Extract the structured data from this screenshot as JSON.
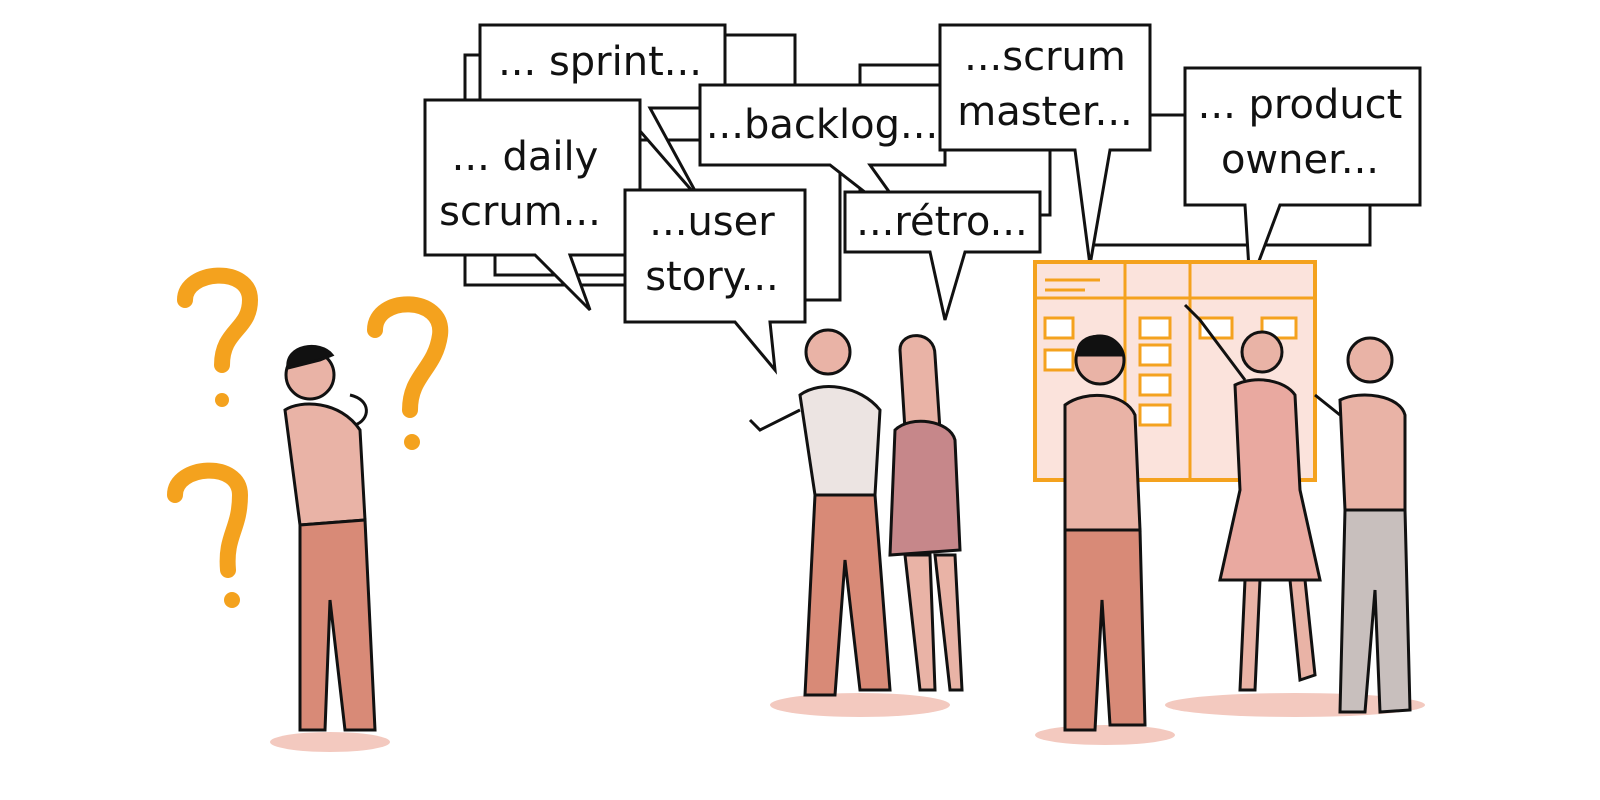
{
  "bubbles": {
    "sprint": "... sprint...",
    "daily_line1": "... daily",
    "daily_line2": "scrum...",
    "backlog": "...backlog...",
    "scrum_master_line1": "...scrum",
    "scrum_master_line2": "master...",
    "product_owner_line1": "... product",
    "product_owner_line2": "owner...",
    "user_story_line1": "...user",
    "user_story_line2": "story...",
    "retro": "...rétro..."
  },
  "colors": {
    "accent": "#F4A21E",
    "skin_fill": "#E9B3A6",
    "pants_fill": "#D88A77",
    "board_fill": "#FBE3DC",
    "line": "#111111"
  },
  "icons": [
    "question-mark-icon",
    "question-mark-icon",
    "question-mark-icon"
  ]
}
